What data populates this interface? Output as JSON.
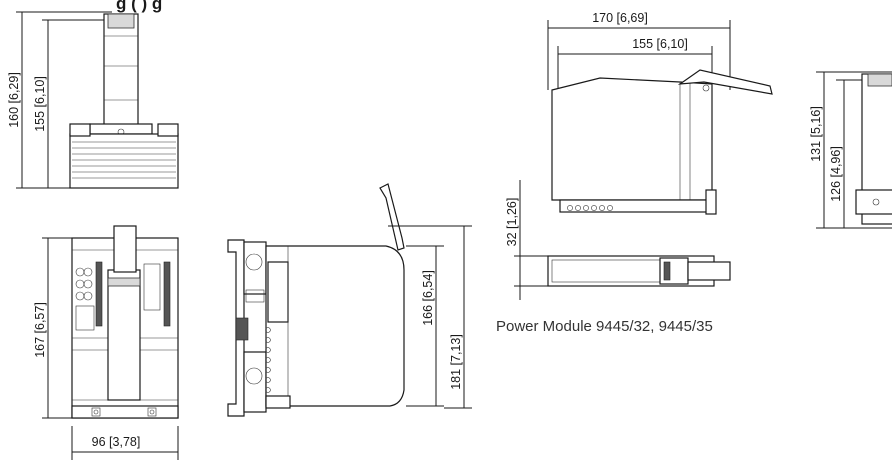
{
  "heading_fragment": "g (                              ) g",
  "caption": "Power Module 9445/32, 9445/35",
  "dimensions": {
    "top_view_height_outer": "160 [6,29]",
    "top_view_height_inner": "155 [6,10]",
    "front_view_height": "167 [6,57]",
    "front_view_width": "96 [3,78]",
    "side_view_height_inner": "166 [6,54]",
    "side_view_height_outer": "181 [7,13]",
    "pm_length_outer": "170 [6,69]",
    "pm_length_inner": "155 [6,10]",
    "pm_height": "32 [1,26]",
    "pm_side_height_outer": "131 [5,16]",
    "pm_side_height_inner": "126 [4,96]"
  }
}
